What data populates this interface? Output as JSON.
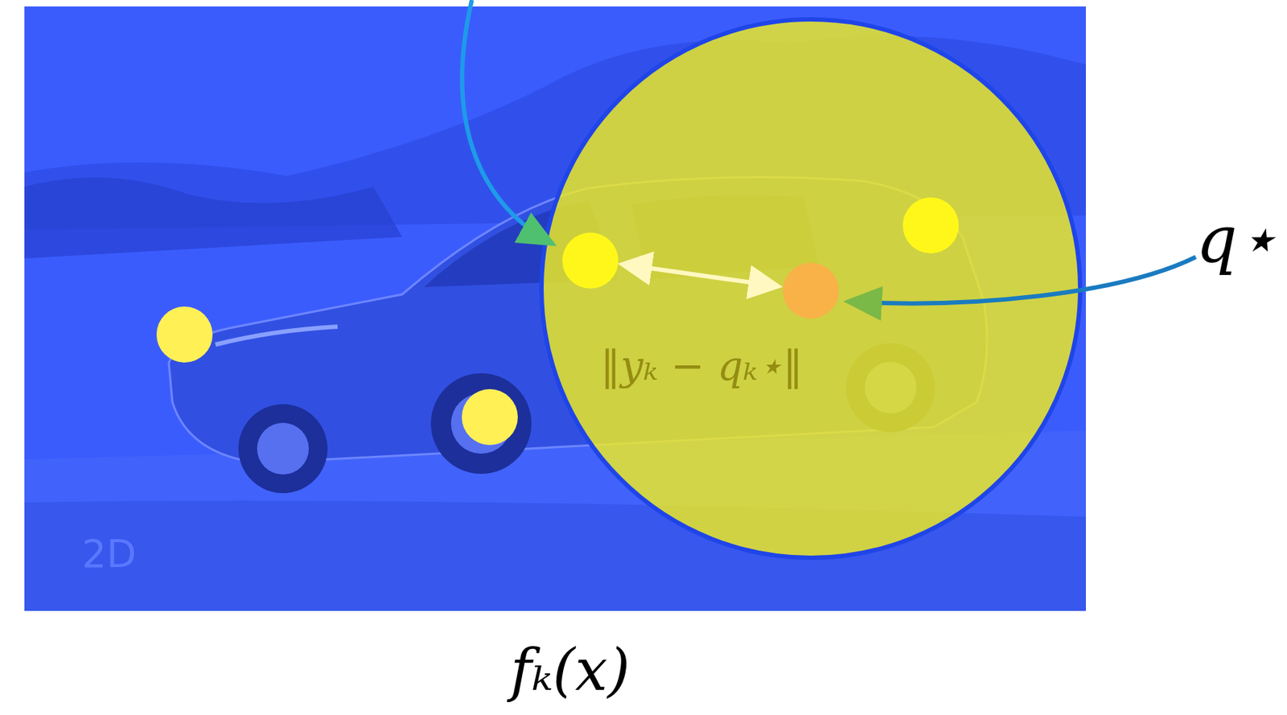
{
  "diagram": {
    "caption": "fₖ(x)",
    "nodes": [
      {
        "text": [
          "2D"
        ]
      }
    ],
    "labels": [
      "q⋆",
      "‖yₖ − qₖ⋆‖"
    ]
  }
}
